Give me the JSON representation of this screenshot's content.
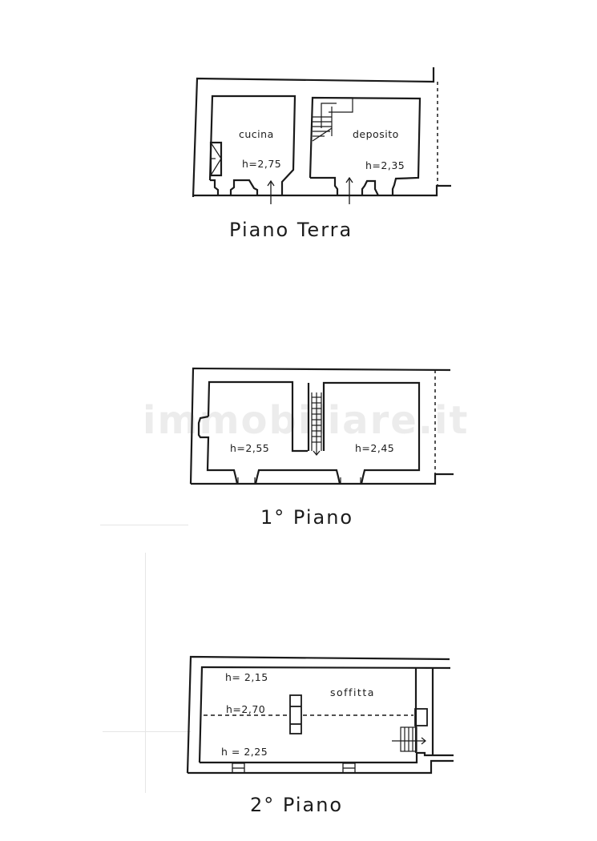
{
  "document": {
    "type": "floor-plan",
    "watermark": "immobiliare.it",
    "colors": {
      "line": "#1a1a1a",
      "background": "#ffffff",
      "watermark": "#cfcfcf"
    }
  },
  "floors": [
    {
      "id": "piano-terra",
      "title": "Piano Terra",
      "rooms": [
        {
          "name": "cucina",
          "height": "h=2,75"
        },
        {
          "name": "deposito",
          "height": "h=2,35"
        }
      ]
    },
    {
      "id": "primo-piano",
      "title": "1° Piano",
      "rooms": [
        {
          "name": "",
          "height": "h=2,55"
        },
        {
          "name": "",
          "height": "h=2,45"
        }
      ]
    },
    {
      "id": "secondo-piano",
      "title": "2° Piano",
      "rooms": [
        {
          "name": "soffitta",
          "heights": [
            "h= 2,15",
            "h=2,70",
            "h = 2,25"
          ]
        }
      ]
    }
  ]
}
